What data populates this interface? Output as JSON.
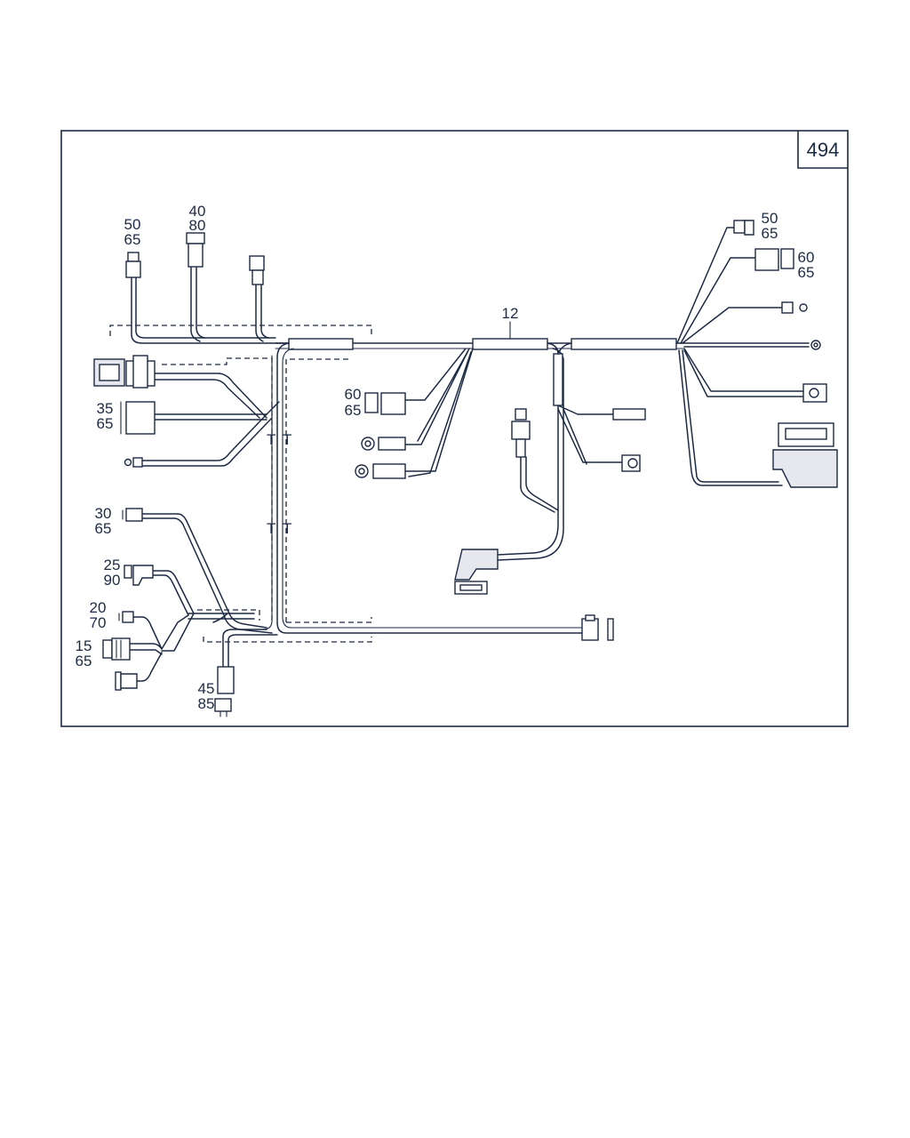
{
  "page_number": "494",
  "callouts": {
    "c12": "12",
    "c50_65_left": [
      "50",
      "65"
    ],
    "c40_80": [
      "40",
      "80"
    ],
    "c50_65_right": [
      "50",
      "65"
    ],
    "c60_65_right": [
      "60",
      "65"
    ],
    "c60_65_mid": [
      "60",
      "65"
    ],
    "c35_65": [
      "35",
      "65"
    ],
    "c30_65": [
      "30",
      "65"
    ],
    "c25_90": [
      "25",
      "90"
    ],
    "c20_70": [
      "20",
      "70"
    ],
    "c15_65": [
      "15",
      "65"
    ],
    "c45_85": [
      "45",
      "85"
    ]
  },
  "colors": {
    "line": "#1d2a44",
    "background": "#ffffff"
  }
}
